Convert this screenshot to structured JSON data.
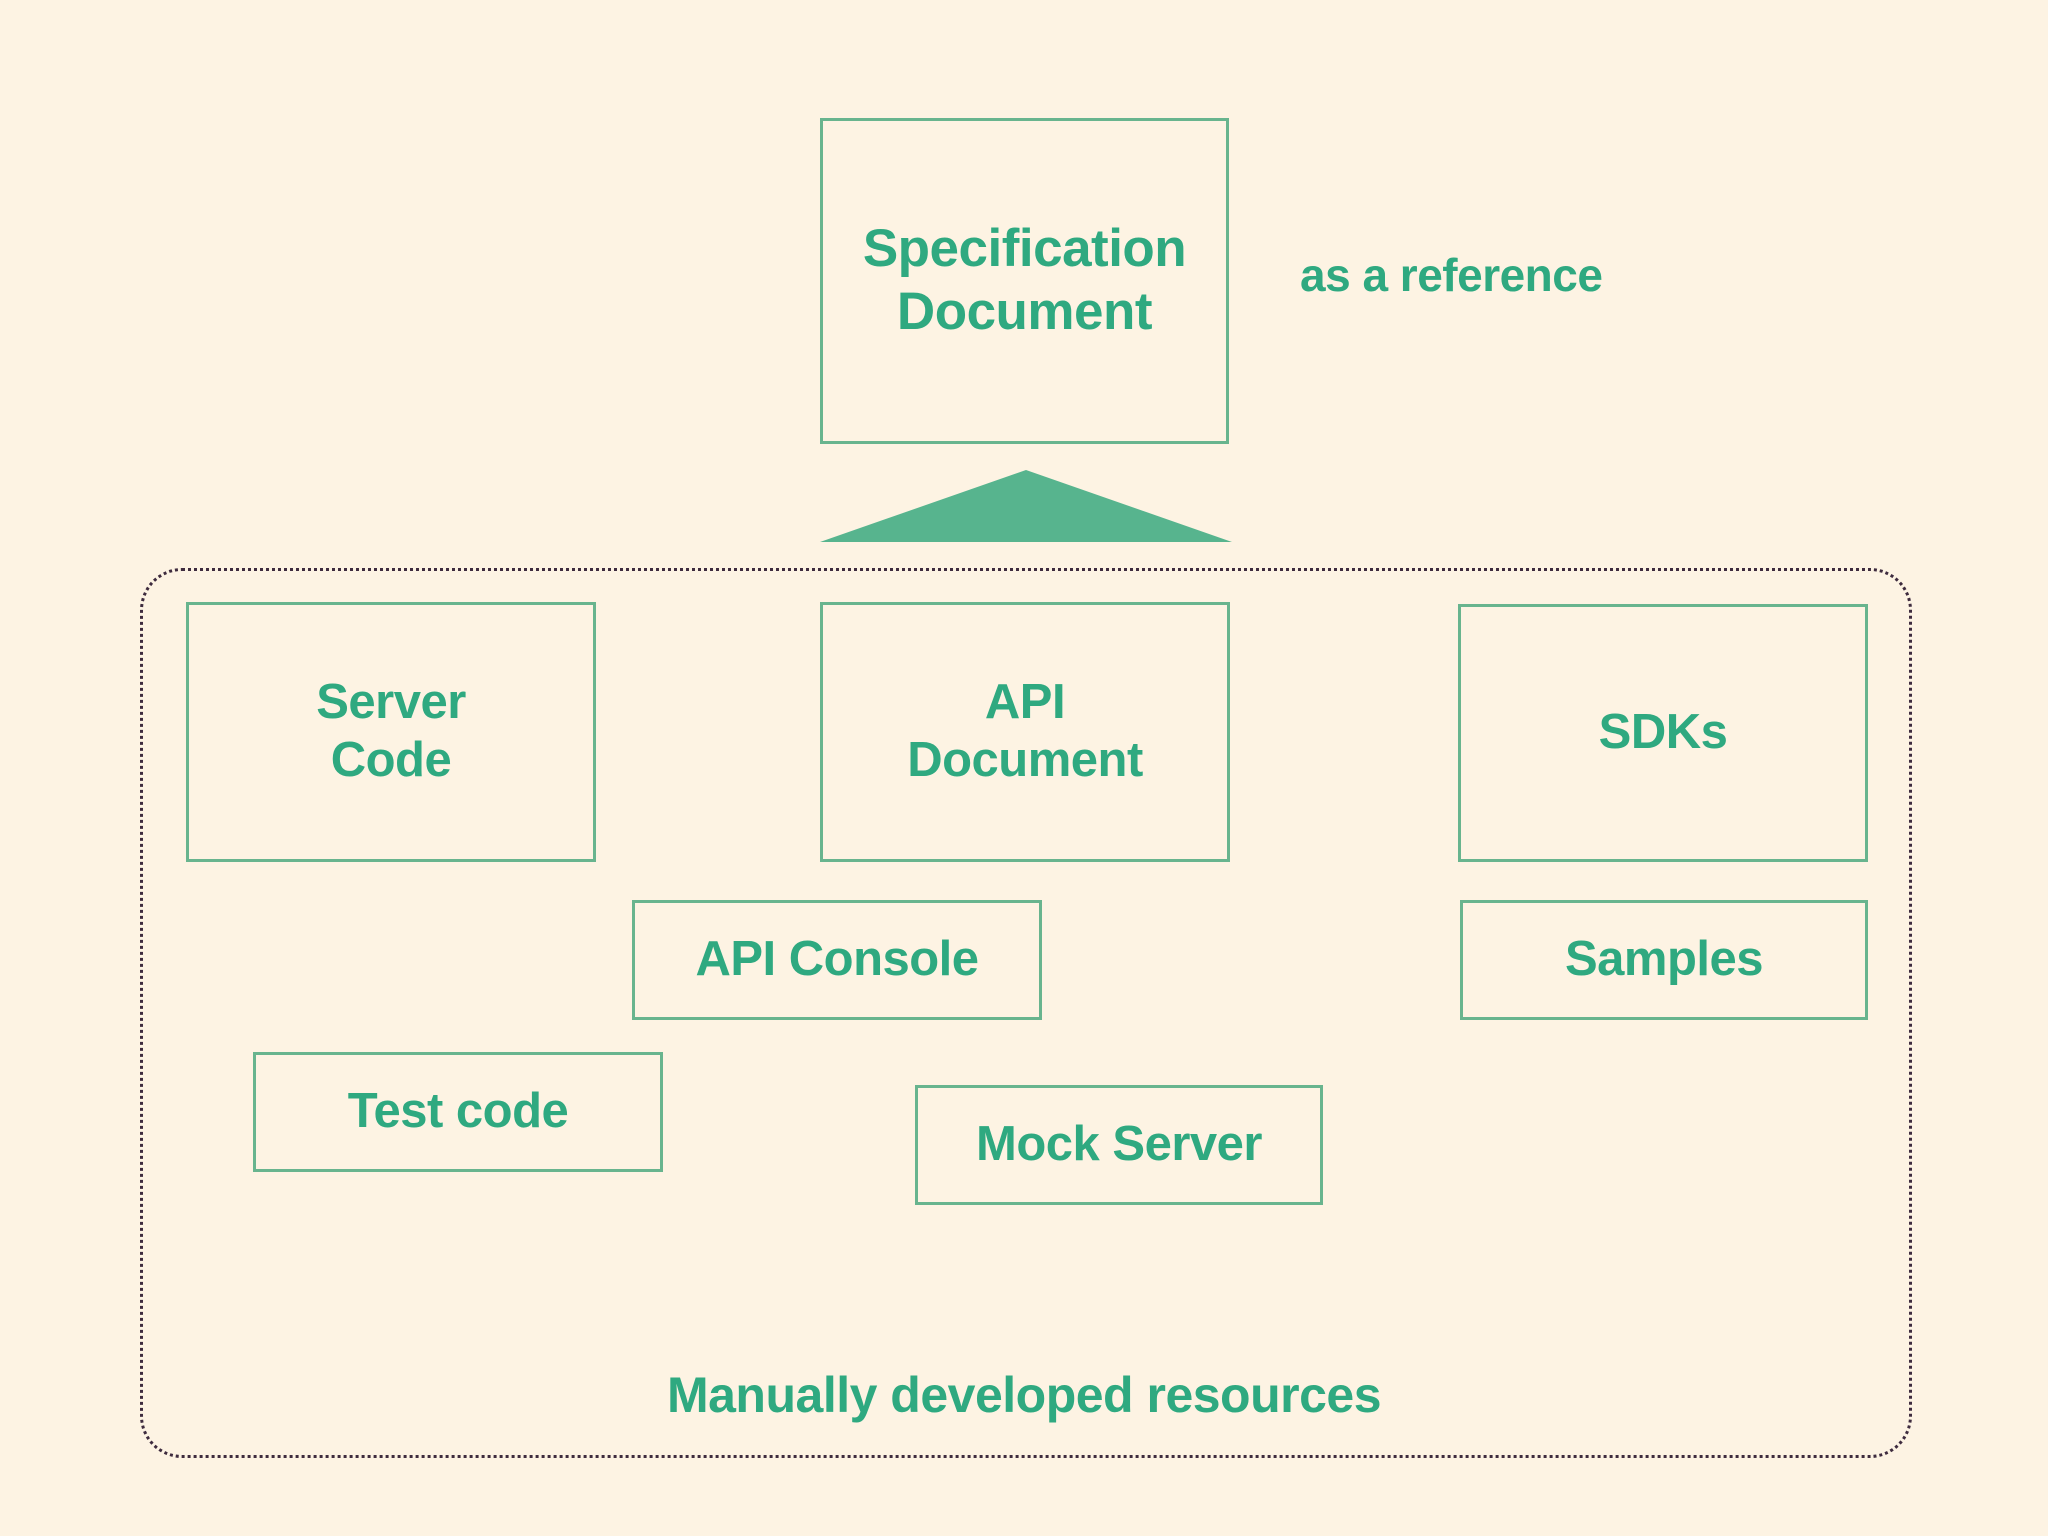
{
  "diagram": {
    "background_color": "#FDF3E3",
    "accent_color": "#2FA980",
    "border_color": "#68B48E",
    "dotted_border_color": "#3E2B3E",
    "arrow_fill_color": "#57B48E",
    "spec": {
      "label": "Specification\nDocument"
    },
    "reference_note": {
      "label": "as a reference"
    },
    "arrow": {
      "name": "up-arrow",
      "direction": "up"
    },
    "container": {
      "label": "Manually developed resources",
      "border_style": "dotted"
    },
    "nodes": [
      {
        "id": "server-code",
        "label": "Server\nCode"
      },
      {
        "id": "api-document",
        "label": "API\nDocument"
      },
      {
        "id": "sdks",
        "label": "SDKs"
      },
      {
        "id": "api-console",
        "label": "API Console"
      },
      {
        "id": "samples",
        "label": "Samples"
      },
      {
        "id": "test-code",
        "label": "Test code"
      },
      {
        "id": "mock-server",
        "label": "Mock Server"
      }
    ]
  }
}
